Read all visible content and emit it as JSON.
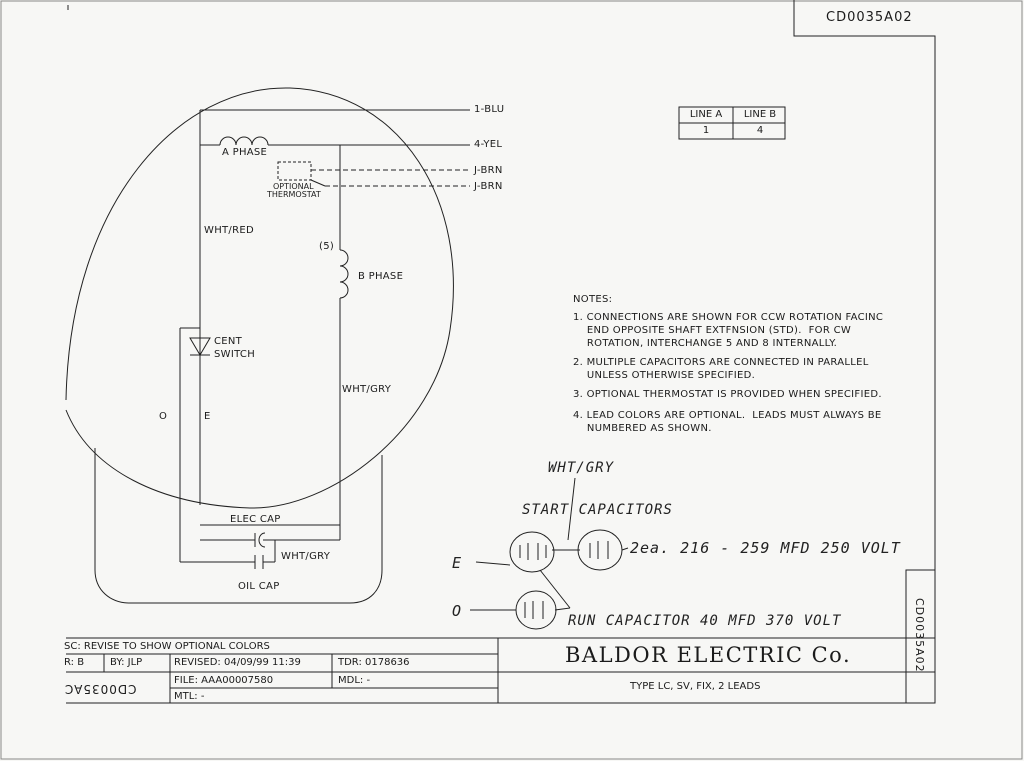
{
  "drawing_number": "CD0035A02",
  "drawing_number_vertical": "CD0035A02",
  "leads": {
    "blu": "1-BLU",
    "yel": "4-YEL",
    "brn1": "J-BRN",
    "brn2": "J-BRN"
  },
  "labels": {
    "a_phase": "A PHASE",
    "optional": "OPTIONAL",
    "thermostat": "THERMOSTAT",
    "wht_red": "WHT/RED",
    "five": "(5)",
    "b_phase": "B PHASE",
    "cent": "CENT",
    "switch": "SWITCH",
    "wht_gry": "WHT/GRY",
    "o": "O",
    "e": "E",
    "elec_cap": "ELEC CAP",
    "wht_gry2": "WHT/GRY",
    "oil_cap": "OIL CAP"
  },
  "line_table": {
    "headers": [
      "LINE A",
      "LINE B"
    ],
    "values": [
      "1",
      "4"
    ]
  },
  "notes": {
    "title": "NOTES:",
    "items": [
      "1. CONNECTIONS ARE SHOWN FOR CCW ROTATION FACINC\n    END OPPOSITE SHAFT EXTFNSION (STD).  FOR CW\n    ROTATION, INTERCHANGE 5 AND 8 INTERNALLY.",
      "2. MULTIPLE CAPACITORS ARE CONNECTED IN PARALLEL\n    UNLESS OTHERWISE SPECIFIED.",
      "3. OPTIONAL THERMOSTAT IS PROVIDED WHEN SPECIFIED.",
      "4. LEAD COLORS ARE OPTIONAL.  LEADS MUST ALWAYS BE\n    NUMBERED AS SHOWN."
    ]
  },
  "handwritten": {
    "wht_gry": "WHT/GRY",
    "start_caps": "START  CAPACITORS",
    "e": "E",
    "o": "O",
    "start_spec": "2ea. 216 - 259 MFD   250 VOLT",
    "run_spec": "RUN CAPACITOR   40 MFD   370 VOLT"
  },
  "title_block": {
    "desc": "SC:  REVISE TO SHOW OPTIONAL COLORS",
    "rev": "R: B",
    "by": "BY:  JLP",
    "revised": "REVISED: 04/09/99 11:39",
    "tdr": "TDR: 0178636",
    "file": "FILE: AAA00007580",
    "mdl": "MDL: -",
    "mtl": "MTL: -",
    "flipped_number": "CD0035AC",
    "company": "BALDOR ELECTRIC Co.",
    "type": "TYPE LC, SV, FIX, 2 LEADS"
  },
  "colors": {
    "ink": "#1b1b1b",
    "paper": "#f7f7f5"
  }
}
